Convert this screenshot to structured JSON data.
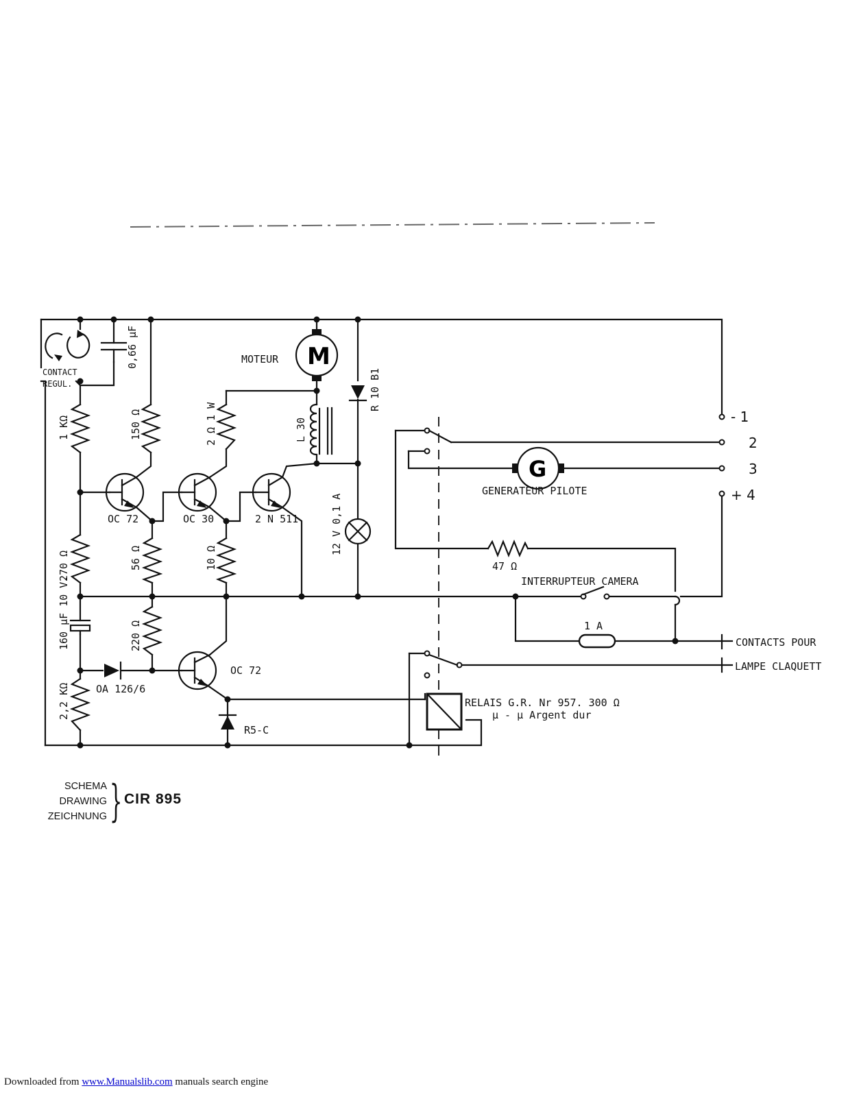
{
  "components": {
    "contact_regul": "CONTACT REGUL.",
    "cap_066": "0,66 µF",
    "r_1k": "1 KΩ",
    "r_150": "150 Ω",
    "r_2_1w": "2 Ω 1 W",
    "l30": "L 30",
    "moteur": "MOTEUR",
    "motor_symbol": "M",
    "diode_r10b1": "R 10 B1",
    "t_oc72_1": "OC 72",
    "t_oc30": "OC 30",
    "t_2n511": "2 N 511",
    "lamp_12v": "12 V 0,1 A",
    "r_270": "270 Ω",
    "r_56": "56 Ω",
    "r_10": "10 Ω",
    "cap_160": "160 µF 10 V.",
    "r_220": "220 Ω",
    "diode_oa126": "OA 126/6",
    "t_oc72_2": "OC 72",
    "r_2_2k": "2,2 KΩ",
    "diode_r5c": "R5-C",
    "gen_symbol": "G",
    "generateur": "GENERATEUR PILOTE",
    "r_47": "47 Ω",
    "interrupteur": "INTERRUPTEUR CAMERA",
    "fuse_1a": "1 A",
    "contacts_pour": "CONTACTS POUR",
    "lampe_claquett": "LAMPE CLAQUETT",
    "relais_line1": "RELAIS G.R. Nr 957. 300 Ω",
    "relais_line2": "µ - µ Argent dur"
  },
  "terminals": {
    "t1": "- 1",
    "t2": "2",
    "t3": "3",
    "t4": "+ 4"
  },
  "title_block": {
    "line1": "SCHEMA",
    "line2": "DRAWING",
    "line3": "ZEICHNUNG",
    "code": "CIR 895"
  },
  "footer": {
    "prefix": "Downloaded from ",
    "link": "www.Manualslib.com",
    "suffix": " manuals search engine"
  }
}
